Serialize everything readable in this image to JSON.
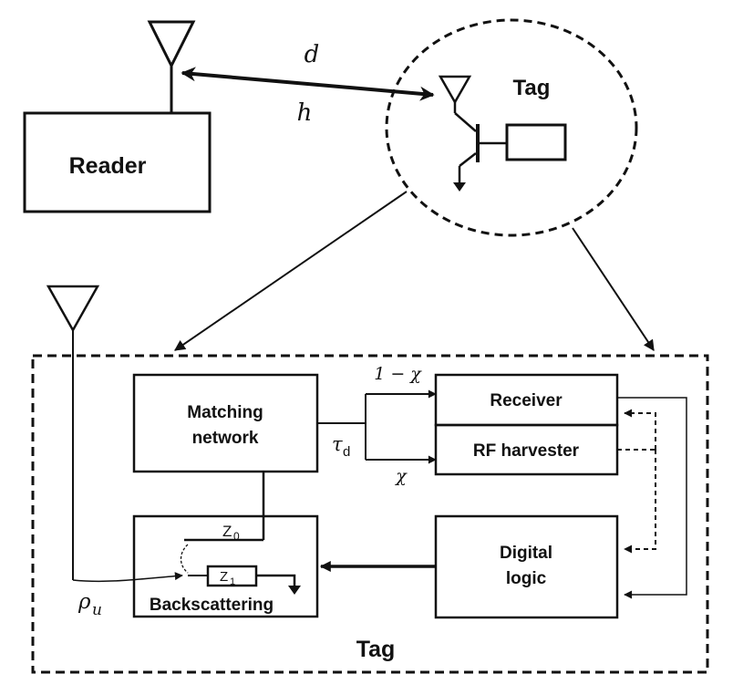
{
  "reader": {
    "label": "Reader"
  },
  "link": {
    "distance_label": "d",
    "channel_label": "h"
  },
  "tag_bubble": {
    "label": "Tag"
  },
  "tag_block": {
    "label": "Tag",
    "matching_network": {
      "line1": "Matching",
      "line2": "network"
    },
    "receiver": {
      "label": "Receiver"
    },
    "rf_harvester": {
      "label": "RF harvester"
    },
    "digital_logic": {
      "line1": "Digital",
      "line2": "logic"
    },
    "backscattering": {
      "label": "Backscattering",
      "z0": "Z",
      "z0_sub": "0",
      "z1": "Z",
      "z1_sub": "1"
    },
    "split_upper": "1 − χ",
    "split_lower": "χ",
    "delay_symbol": "τ",
    "delay_sub": "d",
    "reflection_symbol": "ρ",
    "reflection_sub": "u"
  }
}
